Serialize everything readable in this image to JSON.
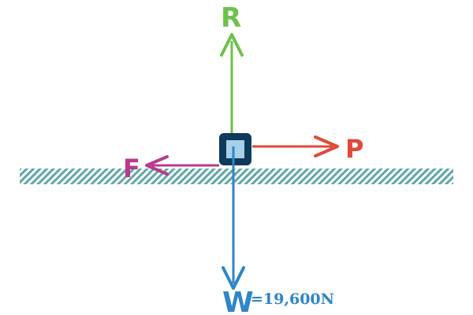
{
  "colors": {
    "ground_stripe": "#5fa8a8",
    "block_outline": "#0e3a5c",
    "block_fill": "#a8d0e6",
    "reaction": "#6cc24a",
    "push": "#e04a3a",
    "friction": "#b83a8e",
    "weight": "#2e86c8"
  },
  "forces": {
    "reaction": {
      "label": "R"
    },
    "push": {
      "label": "P"
    },
    "friction": {
      "label": "F"
    },
    "weight": {
      "label": "W",
      "value_text": "=19,600N"
    }
  },
  "icons": {
    "block": "box-icon",
    "surface": "hatched-ground-icon"
  }
}
